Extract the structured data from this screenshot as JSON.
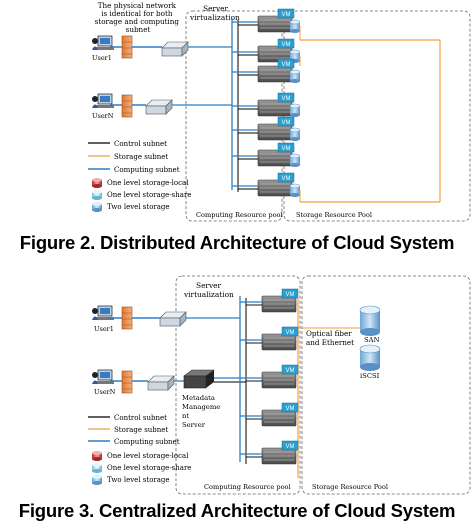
{
  "fig2": {
    "note": "The physical network is identical for both storage and computing subnet",
    "server_virtualization": "Server virtualization",
    "user1": "User1",
    "userN": "UserN",
    "vm": "VM",
    "legend": {
      "control": "Control subnet",
      "storage": "Storage subnet",
      "computing": "Computing subnet",
      "local": "One level storage-local",
      "share": "One level storage-share",
      "two": "Two level storage"
    },
    "pool_compute": "Computing Resource pool",
    "pool_storage": "Storage Resource Pool",
    "caption": "Figure 2. Distributed Architecture of Cloud System"
  },
  "fig3": {
    "server_virtualization": "Server virtualization",
    "user1": "User1",
    "userN": "UserN",
    "vm": "VM",
    "metadata": "Metadata Management Server",
    "optical": "Optical fiber and Ethernet",
    "san": "SAN",
    "iscsi": "iSCSI",
    "legend": {
      "control": "Control subnet",
      "storage": "Storage subnet",
      "computing": "Computing subnet",
      "local": "One level storage-local",
      "share": "One level storage-share",
      "two": "Two level storage"
    },
    "pool_compute": "Computing Resource pool",
    "pool_storage": "Storage Resource Pool",
    "caption": "Figure 3. Centralized Architecture of Cloud System"
  },
  "colors": {
    "control": "#000000",
    "storage": "#f0a040",
    "computing": "#2a7fc8",
    "local": "#d04040",
    "share": "#9ad0e8",
    "two": "#7fb0e0",
    "vm": "#2a9fd0"
  }
}
